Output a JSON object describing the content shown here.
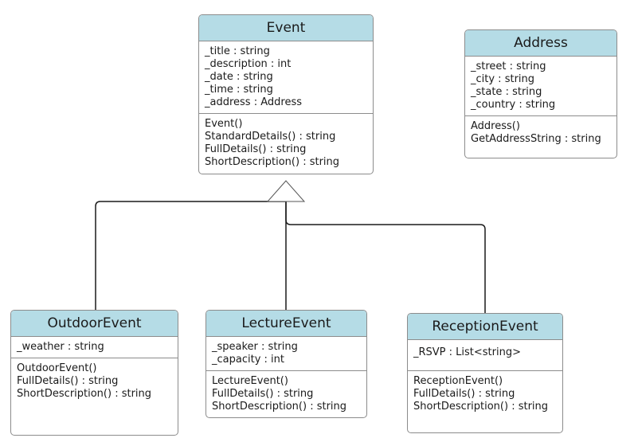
{
  "diagram": {
    "classes": {
      "event": {
        "name": "Event",
        "attributes": [
          "_title : string",
          "_description : int",
          "_date : string",
          "_time : string",
          "_address : Address"
        ],
        "operations": [
          "Event()",
          "StandardDetails() : string",
          "FullDetails() : string",
          "ShortDescription() : string"
        ]
      },
      "address": {
        "name": "Address",
        "attributes": [
          "_street : string",
          "_city : string",
          "_state : string",
          "_country : string"
        ],
        "operations": [
          "Address()",
          "GetAddressString : string"
        ]
      },
      "outdoor": {
        "name": "OutdoorEvent",
        "attributes": [
          "_weather : string"
        ],
        "operations": [
          "OutdoorEvent()",
          "FullDetails() : string",
          "ShortDescription() : string"
        ]
      },
      "lecture": {
        "name": "LectureEvent",
        "attributes": [
          "_speaker : string",
          "_capacity : int"
        ],
        "operations": [
          "LectureEvent()",
          "FullDetails() : string",
          "ShortDescription() : string"
        ]
      },
      "reception": {
        "name": "ReceptionEvent",
        "attributes": [
          "_RSVP : List<string>"
        ],
        "operations": [
          "ReceptionEvent()",
          "FullDetails() : string",
          "ShortDescription() : string"
        ]
      }
    }
  }
}
